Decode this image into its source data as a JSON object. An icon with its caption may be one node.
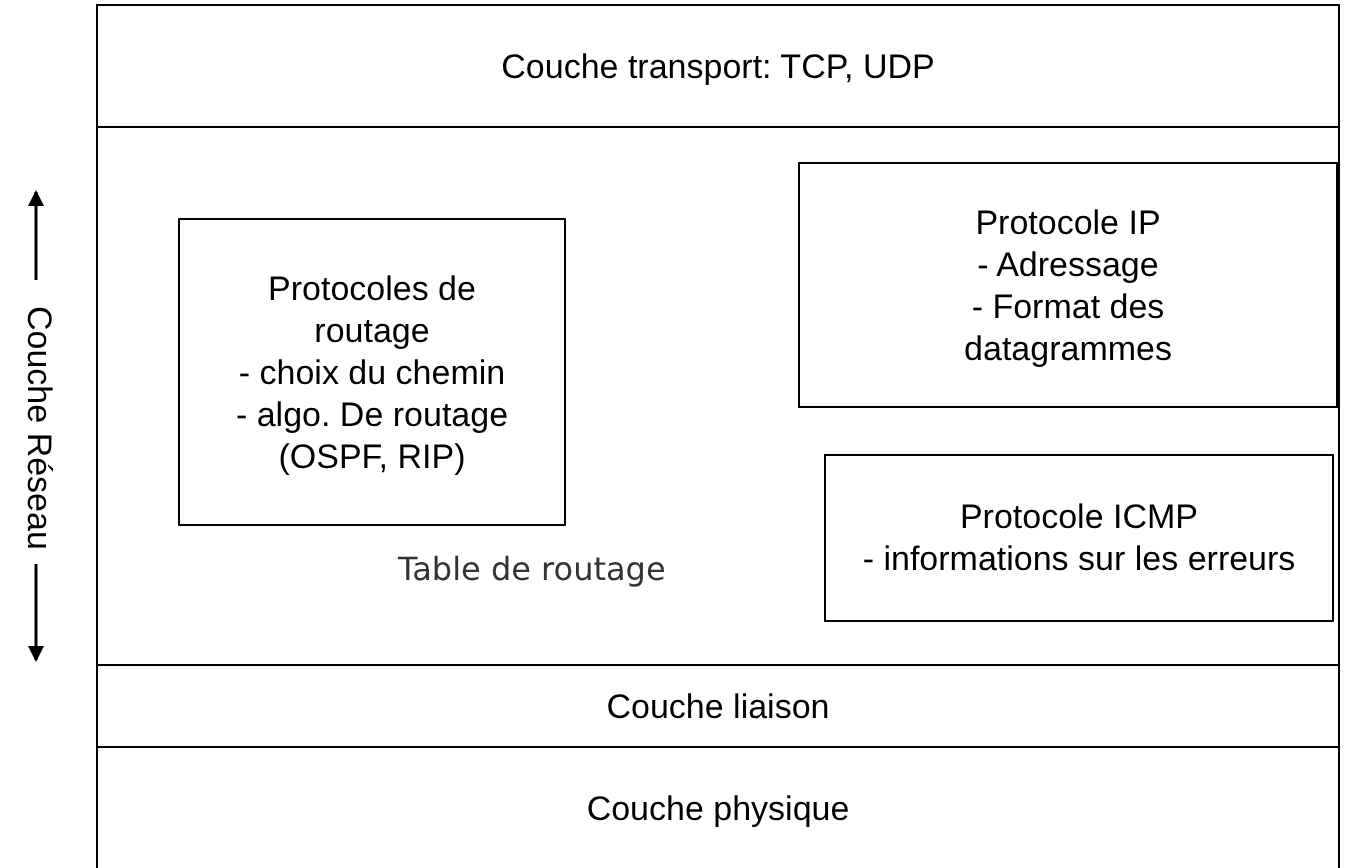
{
  "diagram": {
    "nodes": [
      {
        "text": [
          "Couche transport: TCP, UDP"
        ]
      },
      {
        "text": [
          "Table de routage"
        ],
        "beside": [
          "Couche Réseau"
        ]
      },
      {
        "text": [
          "Protocoles de routage",
          "- choix du chemin",
          "- algo. De routage (OSPF, RIP)"
        ],
        "in": 1
      },
      {
        "text": [
          "Protocole IP",
          "- Adressage",
          "- Format des datagrammes"
        ],
        "in": 1
      },
      {
        "text": [
          "Protocole ICMP",
          "- informations sur les erreurs"
        ],
        "in": 1
      },
      {
        "text": [
          "Couche liaison"
        ]
      },
      {
        "text": [
          "Couche physique"
        ]
      }
    ]
  }
}
